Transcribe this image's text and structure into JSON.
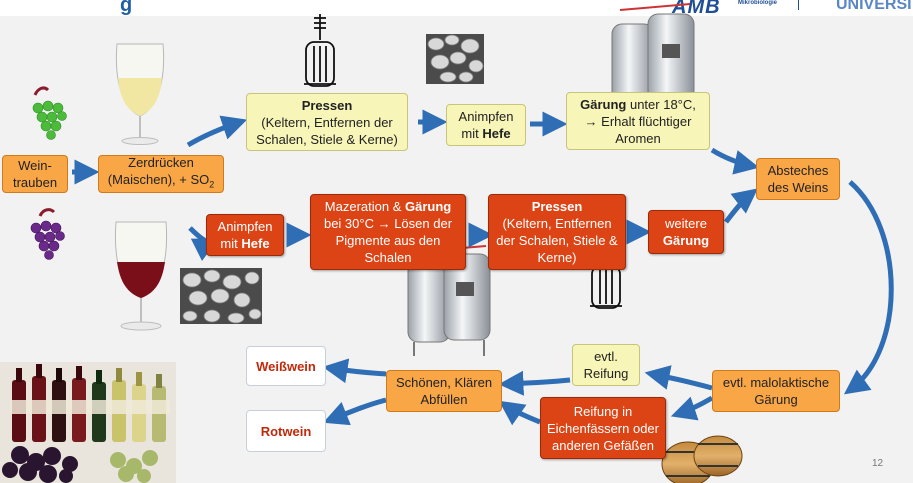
{
  "header": {
    "title_fragment": "g",
    "logo_main": "AMB",
    "logo_sub": "Mikrobiologie",
    "logo_univ": "UNIVERSIT"
  },
  "boxes": {
    "weintrauben": "Wein-\ntrauben",
    "zerdruecken_a": "Zerdrücken",
    "zerdruecken_b": "(Maischen), + SO",
    "zerdruecken_sub": "2",
    "pressen_white_title": "Pressen",
    "pressen_white_body": "(Keltern, Entfernen der Schalen, Stiele & Kerne)",
    "animpfen_white_a": "Animpfen",
    "animpfen_white_b": "mit ",
    "animpfen_white_bold": "Hefe",
    "gaerung_white_bold": "Gärung",
    "gaerung_white_rest": " unter 18°C,",
    "gaerung_white_b": "→ Erhalt flüchtiger Aromen",
    "absteches": "Absteches des Weins",
    "animpfen_red_a": "Animpfen",
    "animpfen_red_b": "mit ",
    "animpfen_red_bold": "Hefe",
    "mazeration_a": "Mazeration & ",
    "mazeration_bold": "Gärung",
    "mazeration_b": "bei 30°C → Lösen der Pigmente aus den Schalen",
    "pressen_red_title": "Pressen",
    "pressen_red_body": "(Keltern, Entfernen der Schalen, Stiele & Kerne)",
    "weitere_a": "weitere",
    "weitere_bold": "Gärung",
    "malolaktisch": "evtl. malolaktische Gärung",
    "evtl_reifung": "evtl.\nReifung",
    "reifung_eiche": "Reifung in Eichenfässern oder anderen Gefäßen",
    "schoenen": "Schönen, Klären Abfüllen",
    "weisswein": "Weißwein",
    "rotwein": "Rotwein"
  },
  "page_number": "12",
  "colors": {
    "arrow": "#2f6db5",
    "orange": "#f9a646",
    "yellow": "#f7f5b8",
    "red": "#dd4415"
  }
}
